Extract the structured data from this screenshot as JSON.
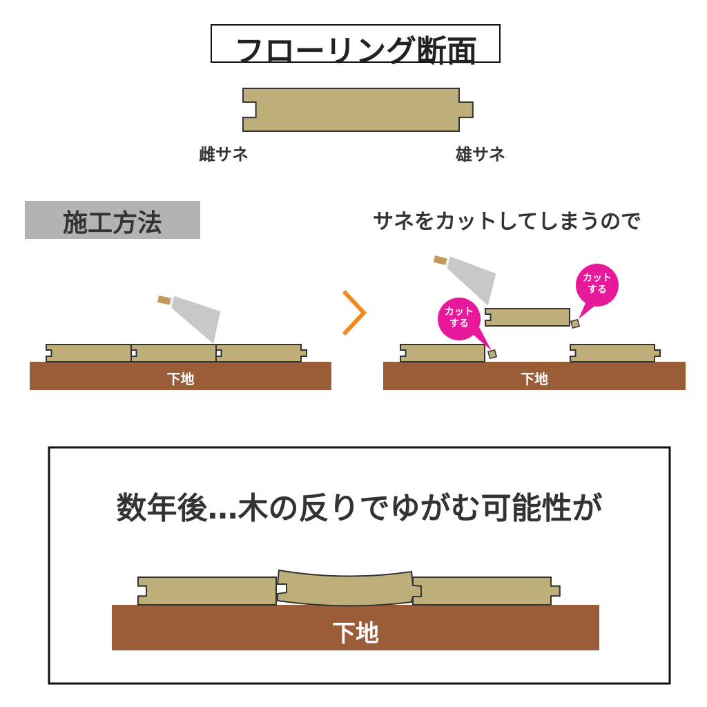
{
  "title": "フローリング断面",
  "labels": {
    "groove": "雌サネ",
    "tongue": "雄サネ"
  },
  "method_heading": "施工方法",
  "cut_caption": "サネをカットしてしまうので",
  "ground_label": "下地",
  "cut_bubble": {
    "line1": "カット",
    "line2": "する"
  },
  "warning": "数年後…木の反りでゆがむ可能性が",
  "colors": {
    "wood": "#bdae7a",
    "outline": "#333333",
    "ground": "#9a5d38",
    "bubble": "#e8189b",
    "arrow": "#f08a1c",
    "heading_bg": "#b3b3b3"
  },
  "icons": [
    "saw-icon",
    "chevron-right-icon"
  ]
}
